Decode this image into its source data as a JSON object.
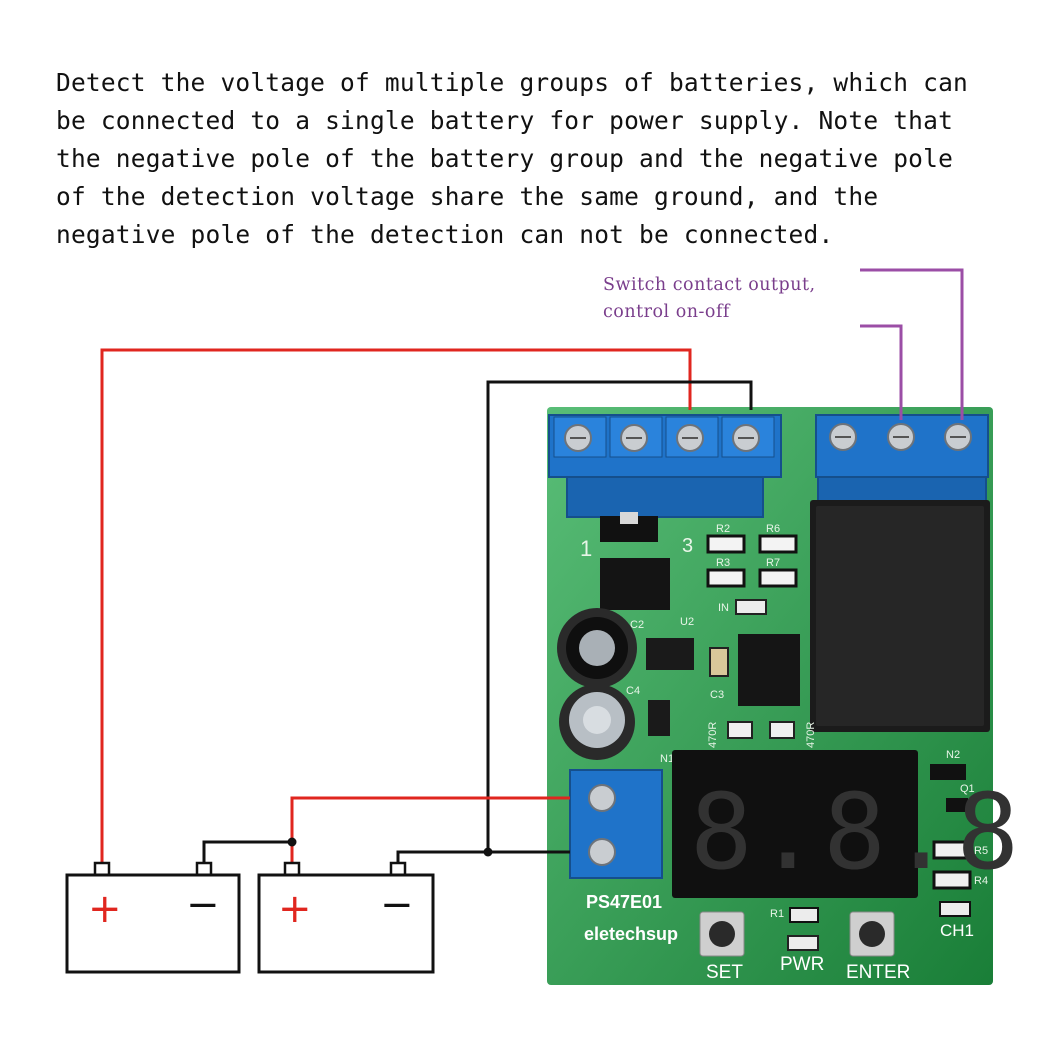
{
  "description": {
    "lines": [
      "Detect the voltage of multiple groups of batteries, which can",
      "be connected to a single battery for power supply. Note that",
      "the negative pole of the battery group and the negative pole",
      "of the detection voltage share the same ground, and the",
      "negative pole of the detection can not be connected."
    ]
  },
  "annotation": {
    "lines": [
      "Switch contact output,",
      "control on-off"
    ]
  },
  "batteries": [
    {
      "plus": "+",
      "minus": "−"
    },
    {
      "plus": "+",
      "minus": "−"
    }
  ],
  "board": {
    "model": "PS47E01",
    "brand": "eletechsup",
    "buttons": {
      "set": "SET",
      "power": "PWR",
      "enter": "ENTER"
    },
    "channel": "CH1",
    "display": "8.8.8",
    "silkscreen": {
      "r1": "R1",
      "r2": "R2",
      "r3": "R3",
      "r4": "R4",
      "r5": "R5",
      "r6": "R6",
      "r7": "R7",
      "c2": "C2",
      "c3": "C3",
      "c4": "C4",
      "u2": "U2",
      "n1": "N1",
      "n2": "N2",
      "q1": "Q1",
      "in": "IN",
      "jumper_left": "1",
      "jumper_right": "3",
      "res_a": "470R",
      "res_b": "470R"
    }
  },
  "colors": {
    "red_wire": "#e0261f",
    "black_wire": "#111111",
    "purple_wire": "#9b4ea6",
    "pcb_green": "#22a84a",
    "terminal_blue": "#1f73c9",
    "relay_black": "#1b1b1b"
  }
}
